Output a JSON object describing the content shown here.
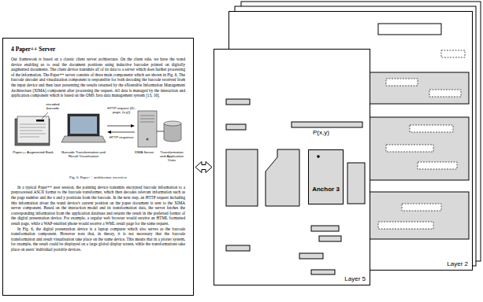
{
  "diagram": {
    "nodes": [
      {
        "text": [
          "4 Paper++ Server",
          "Our framework is based on a classic client server architecture. On the client side, we have the wand device enabling us to read the document positions using inductive barcodes printed on digitally augmented documents. The client device transmits all of its data to a server which does further processing of the information. The Paper++ server consists of three main components which are shown in Fig. 6. The barcode decoder and visualization component is responsible for both decoding the barcode received from the input device and then later presenting the results returned by the eXtensible Information Management Architecture (XIMA) component after processing the request. All data is managed by the interaction and application component which is based on the OMS Java data management system [13, 16].",
          "Fig. 6. Paper++ architecture overview",
          "In a typical Paper++ user session, the pointing device transmits encrypted barcode information to a preprocessed ASCII format to the barcode transformer, which then decodes relevant information such as the page number and the x and y positions from the barcode. In the next step, an HTTP request including this information about the wand device's current position on the paper document is sent to the XIMA server component. Based on the interaction model and its transformation data, the server fetches the corresponding information from the application database and returns the result in the preferred format of the digital presentation device. For example, a regular web browser would receive an HTML formatted result page, while a WAP-enabled phone would receive a WML result page for the same request.",
          "In Fig. 6, the digital presentation device is a laptop computer which also serves as the barcode transformation component. However note that, in theory, it is not necessary that the barcode transformation and result visualisation take place on the same device. This means that in a plotter system, for example, the result could be displayed on a large global display screen, while the transformations take place on users' individual portable devices."
        ]
      },
      {
        "text": [
          "Layer 5"
        ]
      },
      {
        "text": [
          "Anchor 3"
        ],
        "in": 1
      },
      {
        "text": [
          "Layer 2"
        ]
      }
    ],
    "edges": [
      {
        "from": 0,
        "to": 1,
        "arrow": "both"
      }
    ],
    "labels": [
      "encoded barcode",
      "HTTP request (ID, page, (x,y))",
      "HTTP response",
      "Paper++ Augmented Book",
      "Barcode Transformation and Result Visualisation",
      "XIMA Server",
      "Transformation and Application Data",
      "P(x,y)"
    ]
  }
}
